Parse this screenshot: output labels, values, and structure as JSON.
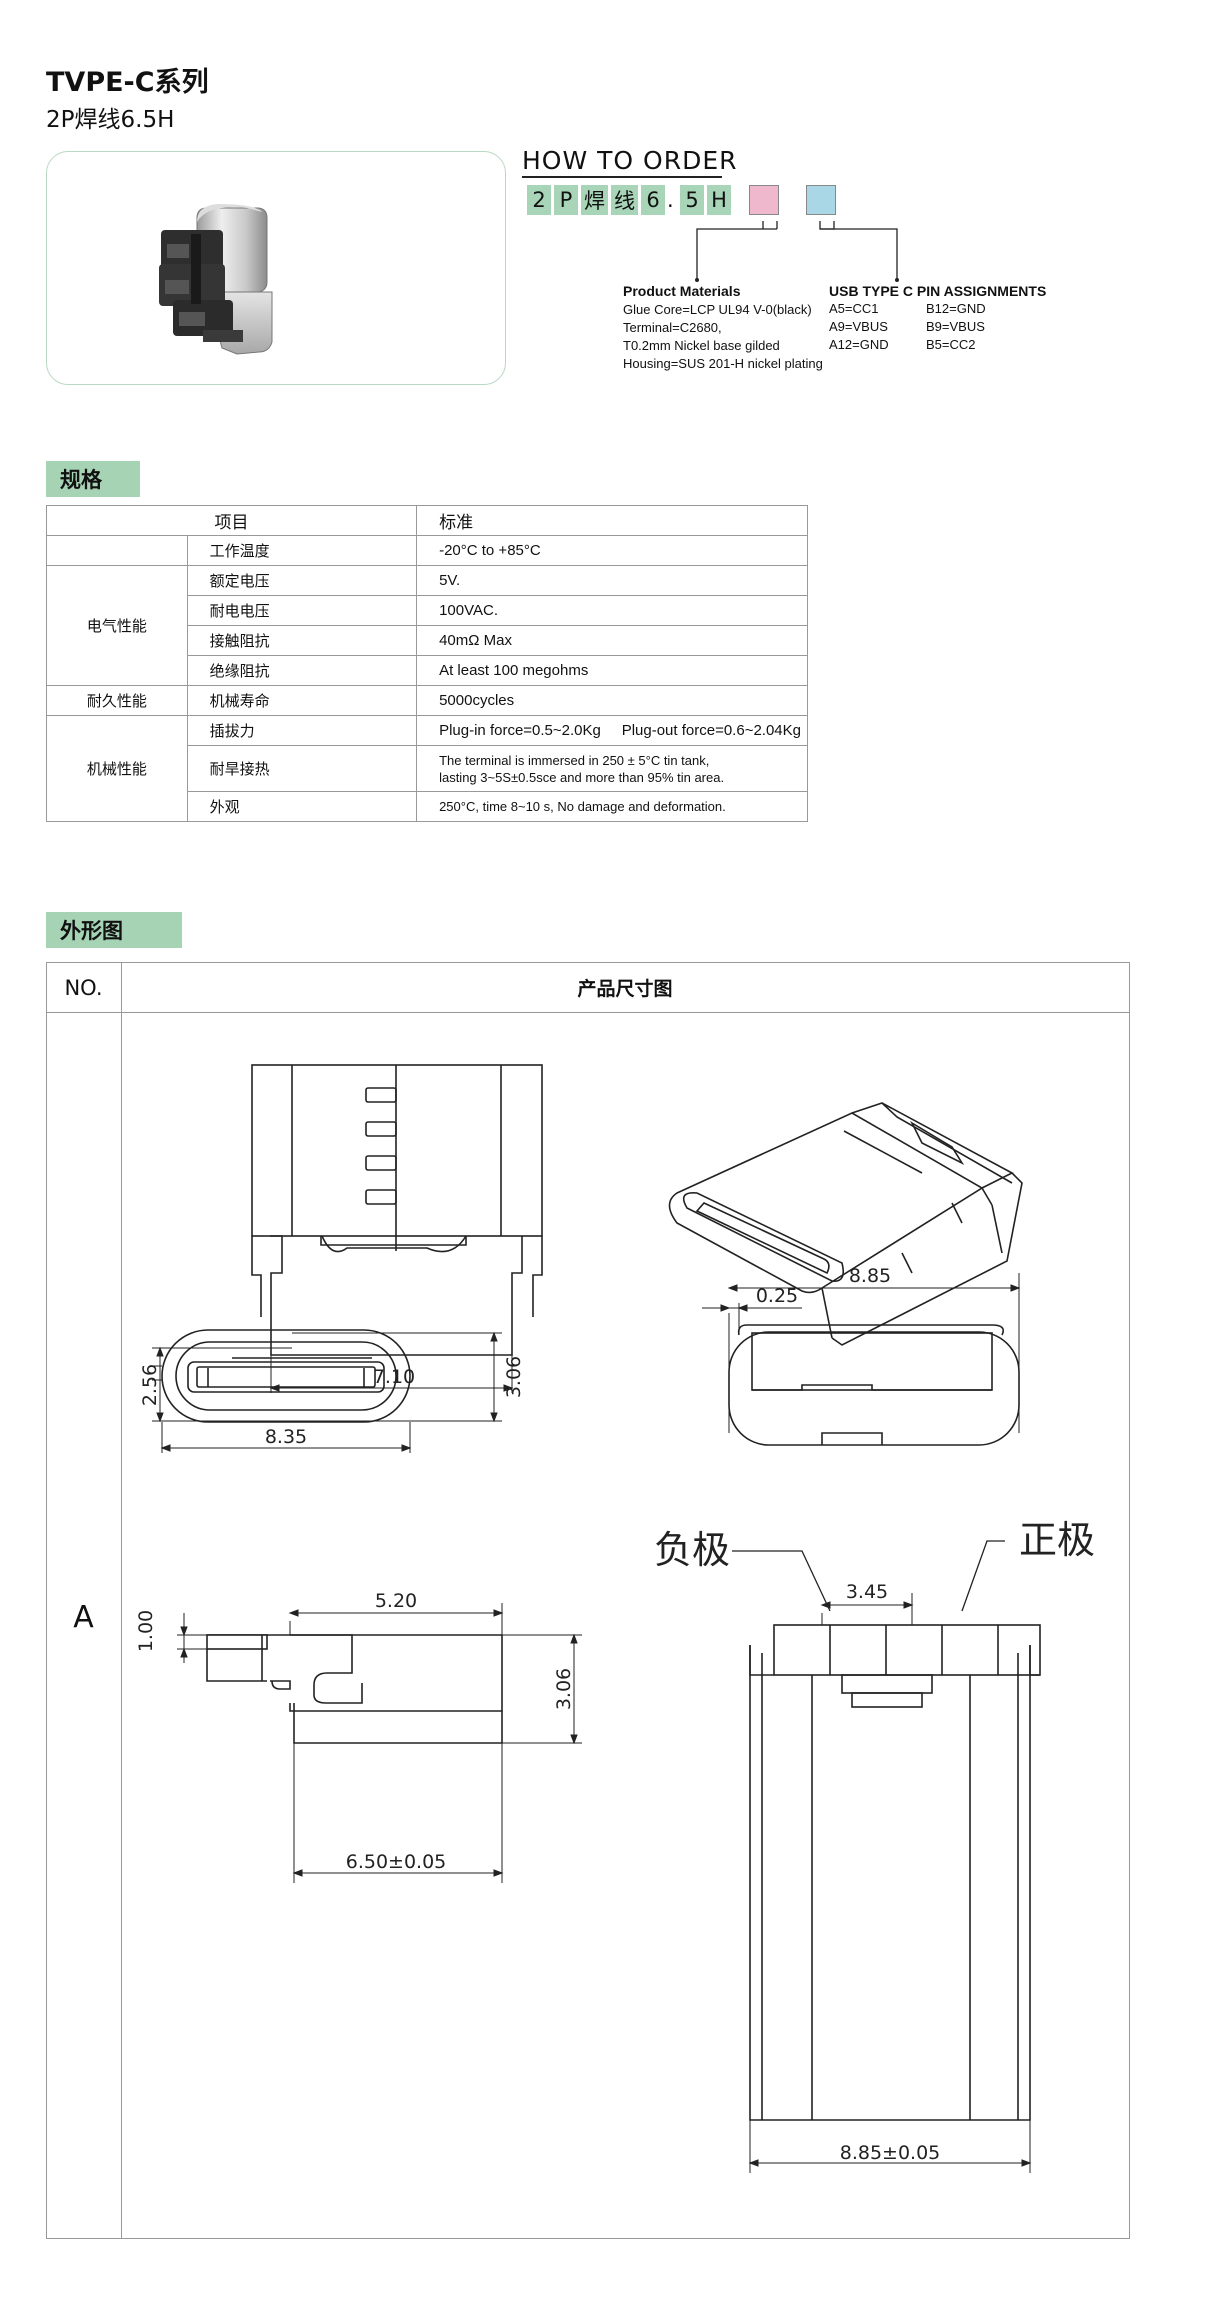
{
  "header": {
    "title": "TVPE-C系列",
    "subtitle": "2P焊线6.5H"
  },
  "how_to_order": {
    "title": "HOW TO ORDER",
    "code_parts": [
      "2",
      "P",
      "焊",
      "线",
      "6",
      ".",
      "5",
      "H"
    ],
    "box1_color": "#f0b8cc",
    "box2_color": "#a9d7e6",
    "product_materials": {
      "title": "Product Materials",
      "lines": [
        "Glue Core=LCP UL94 V-0(black)",
        "Terminal=C2680,",
        "T0.2mm Nickel base gilded",
        "Housing=SUS 201-H nickel plating"
      ]
    },
    "pin_assignments": {
      "title": "USB TYPE C PIN ASSIGNMENTS",
      "col1": [
        "A5=CC1",
        "A9=VBUS",
        "A12=GND"
      ],
      "col2": [
        "B12=GND",
        "B9=VBUS",
        "B5=CC2"
      ]
    }
  },
  "spec": {
    "section_label": "规格",
    "header": {
      "item": "项目",
      "standard": "标准"
    },
    "rows": [
      {
        "sub": "工作温度",
        "value": "-20°C to +85°C"
      },
      {
        "sub": "额定电压",
        "value": "5V."
      },
      {
        "sub": "耐电电压",
        "value": "100VAC."
      },
      {
        "sub": "接触阻抗",
        "value": "40mΩ Max"
      },
      {
        "sub": "绝缘阻抗",
        "value": "At least 100 megohms"
      },
      {
        "sub": "机械寿命",
        "value": "5000cycles"
      },
      {
        "sub": "插拔力",
        "value": "Plug-in force=0.5~2.0Kg     Plug-out force=0.6~2.04Kg"
      },
      {
        "sub": "耐旱接热",
        "value_line1": "The terminal is immersed in 250 ± 5°C tin tank,",
        "value_line2": "lasting 3~5S±0.5sce and more than 95% tin area."
      },
      {
        "sub": "外观",
        "value": "250°C, time 8~10 s, No damage and deformation."
      }
    ],
    "groups": {
      "electrical": "电气性能",
      "durability": "耐久性能",
      "mechanical": "机械性能"
    }
  },
  "outline": {
    "section_label": "外形图",
    "col_no": "NO.",
    "col_title": "产品尺寸图",
    "row_label": "A",
    "dims": {
      "d710": "7.10",
      "d885": "8.85",
      "d025": "0.25",
      "d256": "2.56",
      "d306a": "3.06",
      "d835": "8.35",
      "d520": "5.20",
      "d100": "1.00",
      "d306b": "3.06",
      "d650": "6.50±0.05",
      "d345": "3.45",
      "neg": "负极",
      "pos": "正极",
      "d885b": "8.85±0.05"
    }
  }
}
